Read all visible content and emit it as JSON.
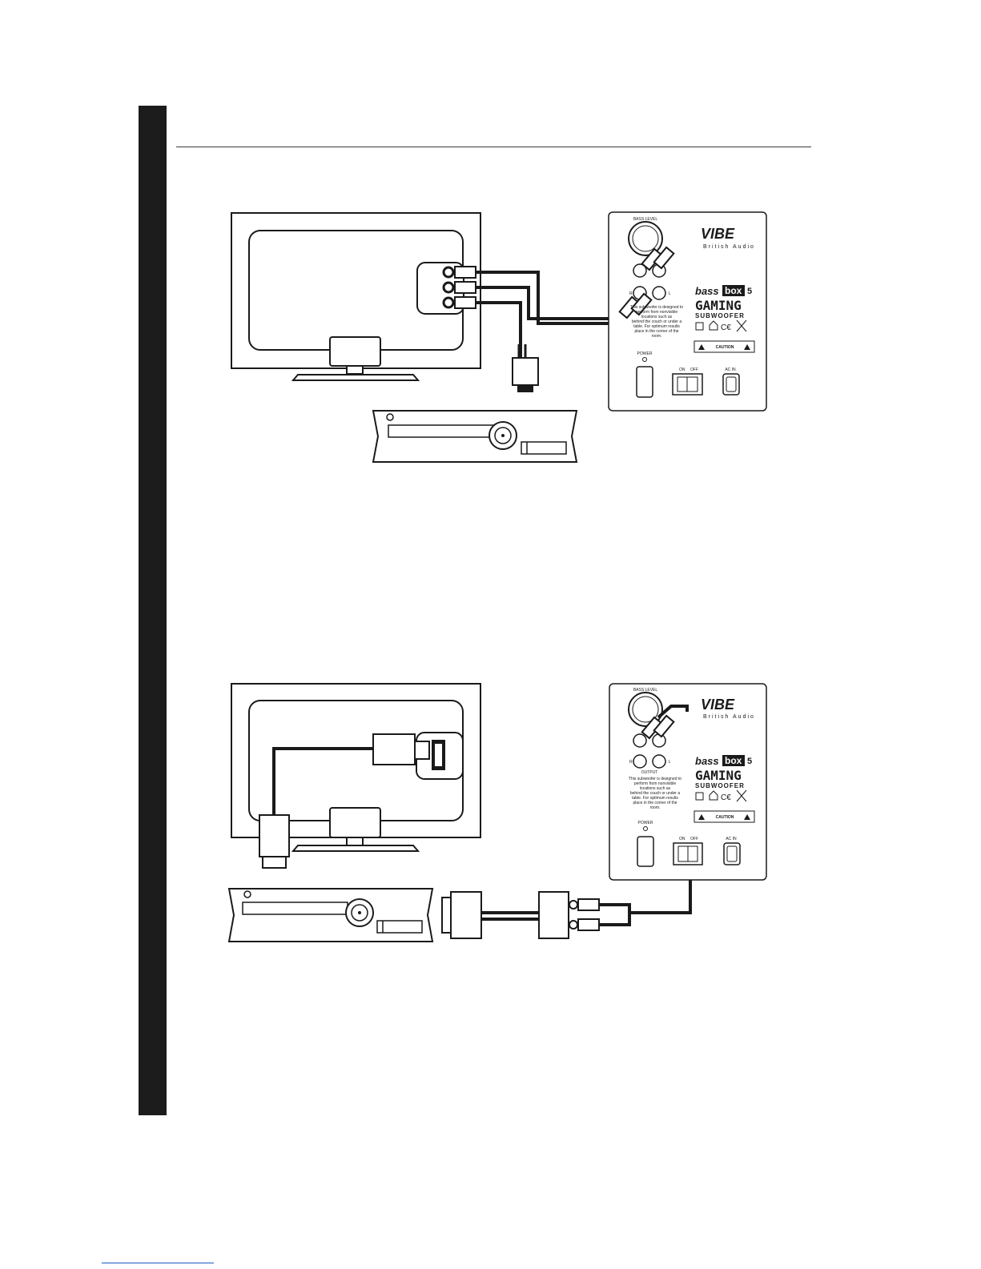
{
  "brand": {
    "logo_text": "VIBE",
    "tagline": "British Audio"
  },
  "subwoofer_panel": {
    "knob_label": "BASS LEVEL",
    "product_line1_a": "bass",
    "product_line1_b": "box",
    "product_line1_c": "5",
    "product_line2": "GAMING",
    "product_line3": "SUBWOOFER",
    "input_label_r": "R",
    "input_label_l": "L",
    "output_label": "OUTPUT",
    "description_lines": [
      "This subwoofer is designed to",
      "perform from nonvisible",
      "locations such as",
      "behind the couch or under a",
      "table. For optimum results",
      "place in the corner of the",
      "room."
    ],
    "caution_text": "CAUTION",
    "power_label": "POWER",
    "switch_on": "ON",
    "switch_off": "OFF",
    "ac_in_label": "AC IN"
  },
  "colors": {
    "sidebar": "#1c1c1c",
    "ink": "#1a1a1a",
    "rule": "#3a3a3a",
    "link": "#1a57c6"
  }
}
